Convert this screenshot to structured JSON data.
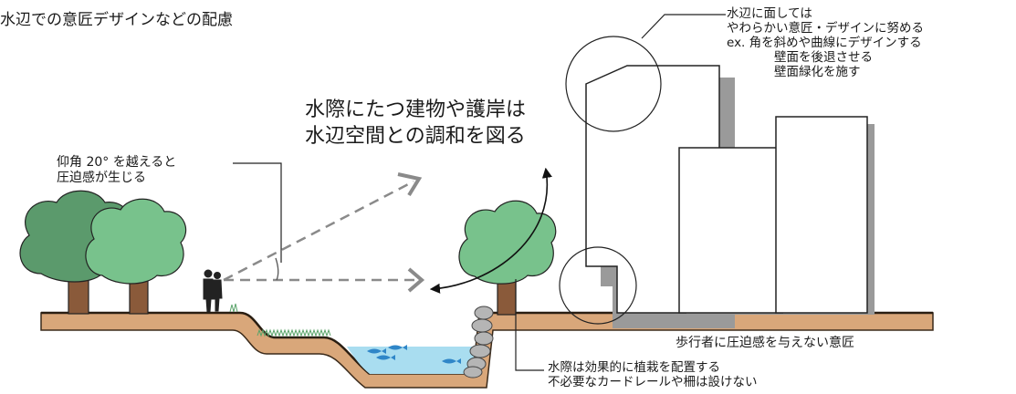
{
  "title": "水辺での意匠デザインなどの配慮",
  "heading": {
    "line1": "水際にたつ建物や護岸は",
    "line2": "水辺空間との調和を図る"
  },
  "annotations": {
    "elevation_line1": "仰角 20° を越えると",
    "elevation_line2": "圧迫感が生じる",
    "facade_line1": "水辺に面しては",
    "facade_line2": "やわらかい意匠・デザインに努める",
    "facade_line3": "ex. 角を斜めや曲線にデザインする",
    "facade_line4": "壁面を後退させる",
    "facade_line5": "壁面緑化を施す",
    "pedestrian": "歩行者に圧迫感を与えない意匠",
    "planting_line1": "水際は効果的に植栽を配置する",
    "planting_line2": "不必要なカードレールや柵は設けない"
  },
  "colors": {
    "ground": "#d9a77a",
    "ground_edge": "#3a2a1a",
    "water": "#a9ddf0",
    "fish": "#2f86c8",
    "tree_dark": "#5b9a6c",
    "tree_light": "#78c28c",
    "trunk": "#8a5a3a",
    "building_shadow": "#9a9a9a",
    "sight_line": "#8a8a8a"
  }
}
